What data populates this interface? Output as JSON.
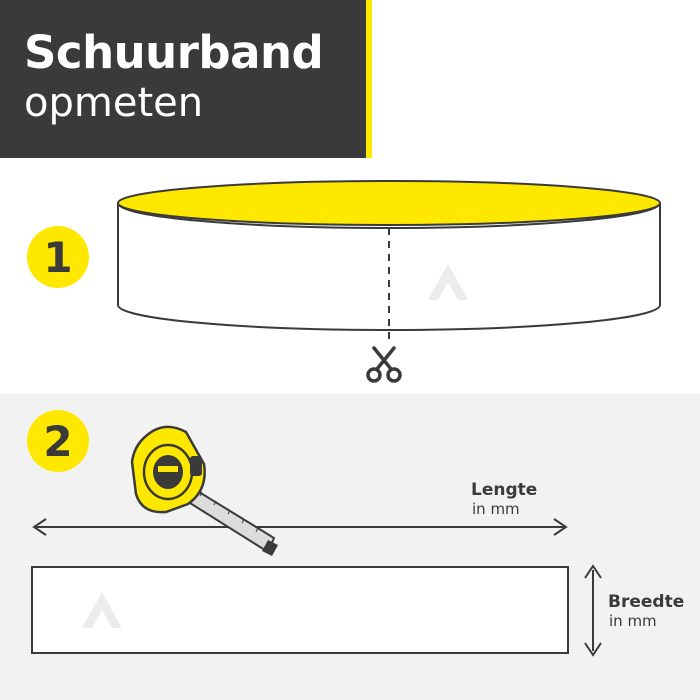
{
  "title": {
    "main": "Schuurband",
    "sub": "opmeten"
  },
  "steps": [
    {
      "number": "1"
    },
    {
      "number": "2"
    }
  ],
  "length": {
    "label": "Lengte",
    "unit": "in mm"
  },
  "width": {
    "label": "Breedte",
    "unit": "in mm"
  },
  "colors": {
    "dark": "#3a3a3a",
    "accent": "#ffe800",
    "band_bg": "#f2f2f2",
    "stroke": "#3a3a3a"
  },
  "icons": [
    "scissors-icon",
    "tape-measure-icon",
    "watermark-logo"
  ]
}
